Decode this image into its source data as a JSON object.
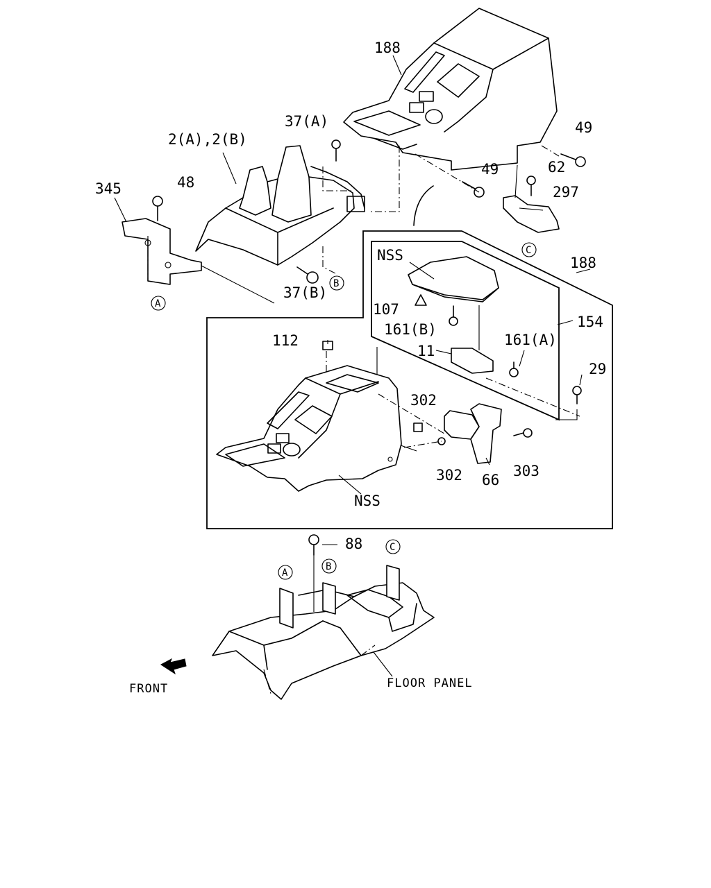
{
  "labels": {
    "l188_top": "188",
    "l37a": "37(A)",
    "l2ab": "2(A),2(B)",
    "l49_right": "49",
    "l345": "345",
    "l48": "48",
    "l49_mid": "49",
    "l62": "62",
    "l297": "297",
    "l188_box": "188",
    "lnss_top": "NSS",
    "l37b": "37(B)",
    "l107": "107",
    "l161b": "161(B)",
    "l154": "154",
    "l112": "112",
    "l161a": "161(A)",
    "l11": "11",
    "l29": "29",
    "l302_top": "302",
    "l302_bot": "302",
    "l66": "66",
    "l303": "303",
    "lnss_bot": "NSS",
    "l88": "88",
    "front": "FRONT",
    "floor_panel": "FLOOR PANEL"
  },
  "callouts": {
    "a": "A",
    "b": "B",
    "c": "C"
  }
}
